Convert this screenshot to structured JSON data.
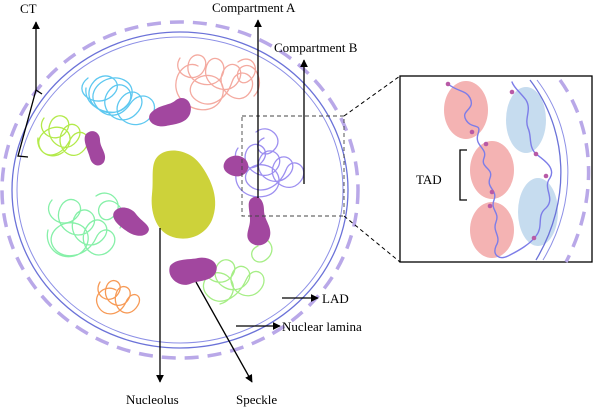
{
  "labels": {
    "ct": "CT",
    "compartment_a": "Compartment A",
    "compartment_b": "Compartment B",
    "tad": "TAD",
    "lad": "LAD",
    "nuclear_lamina": "Nuclear lamina",
    "nucleolus": "Nucleolus",
    "speckle": "Speckle"
  },
  "colors": {
    "nuclear_envelope_dashes": "#b9a8e8",
    "lamina_line": "#6b72d8",
    "nucleolus": "#cdd23a",
    "speckle": "#a2479f",
    "tad_red": "#f4b3b3",
    "tad_blue": "#c6dcef",
    "fiber": "#7d7de8",
    "bead": "#b85aa6",
    "territory_cyan": "#5ec8f0",
    "territory_salmon": "#f4aaa0",
    "territory_lime": "#b3ea4a",
    "territory_mint": "#86f0a8",
    "territory_orange": "#f79a56",
    "territory_lightgreen": "#a6ee86",
    "territory_violet": "#9d8ff0"
  }
}
